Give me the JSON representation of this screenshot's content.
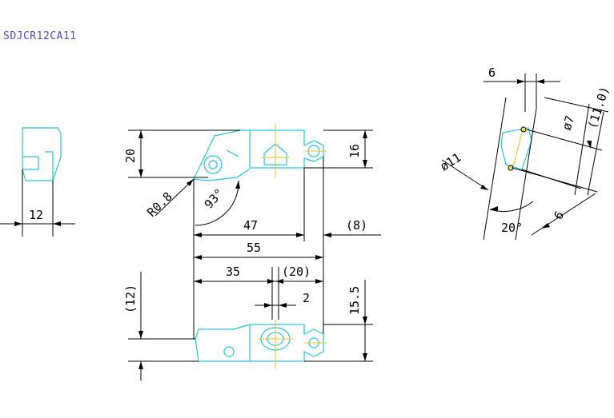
{
  "title": "SDJCR12CA11",
  "colors": {
    "title": "#4a4adb",
    "outline": "#22c8e0",
    "centerline": "#e8c21c",
    "dimension": "#000000"
  },
  "dimensions": {
    "side_width": "12",
    "height_20": "20",
    "height_16": "16",
    "corner_radius": "R0.8",
    "lead_angle": "93°",
    "length_47": "47",
    "offset_8": "(8)",
    "length_55": "55",
    "length_35": "35",
    "ref_20": "(20)",
    "gap_2": "2",
    "ref_12": "(12)",
    "height_15_5": "15.5",
    "insert_6_top": "6",
    "insert_dia_7": "ø7",
    "insert_ref_11": "(11.0)",
    "insert_dia_11": "ø11",
    "insert_angle_20": "20°",
    "insert_6_bottom": "6"
  }
}
